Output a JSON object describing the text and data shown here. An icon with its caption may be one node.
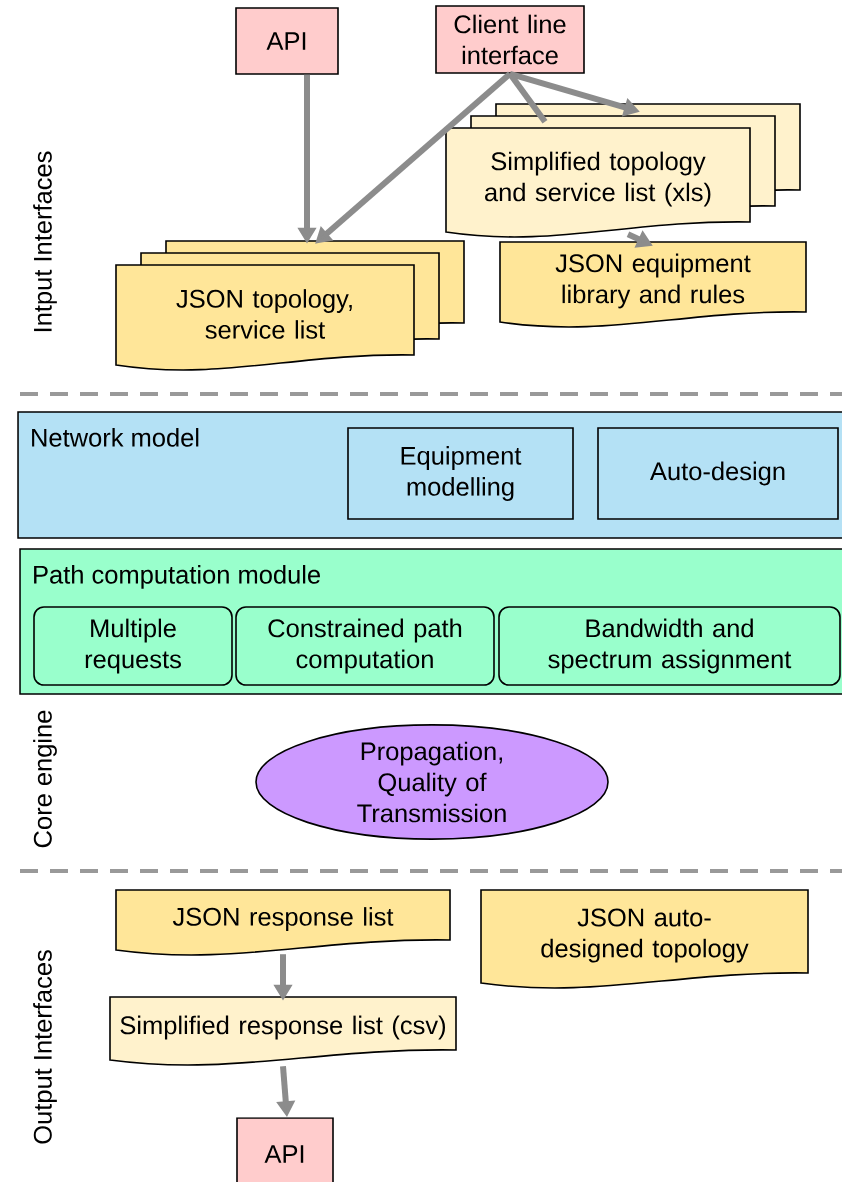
{
  "diagram": {
    "nodes": [
      {
        "text": [
          "API"
        ]
      },
      {
        "text": [
          "Client line interface"
        ]
      },
      {
        "text": [
          "Simplified topology and service list (xls)"
        ]
      },
      {
        "text": [
          "JSON topology, service list"
        ]
      },
      {
        "text": [
          "JSON equipment library and rules"
        ]
      },
      {
        "text": [
          "Network model"
        ]
      },
      {
        "text": [
          "Equipment modelling"
        ],
        "in": 5
      },
      {
        "text": [
          "Auto-design"
        ],
        "in": 5
      },
      {
        "text": [
          "Path computation module"
        ]
      },
      {
        "text": [
          "Multiple requests"
        ],
        "in": 8
      },
      {
        "text": [
          "Constrained path computation"
        ],
        "in": 8
      },
      {
        "text": [
          "Bandwidth and spectrum assignment"
        ],
        "in": 8
      },
      {
        "text": [
          "Propagation, Quality of Transmission"
        ]
      },
      {
        "text": [
          "JSON response list"
        ]
      },
      {
        "text": [
          "JSON auto-designed topology"
        ]
      },
      {
        "text": [
          "Simplified response list (csv)"
        ]
      },
      {
        "text": [
          "API"
        ]
      }
    ],
    "edges": [
      {
        "from": 0,
        "to": 3,
        "arrow": "to"
      },
      {
        "from": 1,
        "to": 3,
        "arrow": "to"
      },
      {
        "from": 1,
        "to": 2,
        "arrow": "to"
      },
      {
        "from": 1,
        "to": 2,
        "arrow": "none"
      },
      {
        "from": 2,
        "to": 4,
        "arrow": "to"
      },
      {
        "from": 13,
        "to": 15,
        "arrow": "to"
      },
      {
        "from": 15,
        "to": 16,
        "arrow": "to"
      }
    ],
    "labels": [
      "Intput Interfaces",
      "Core engine",
      "Output Interfaces"
    ]
  }
}
